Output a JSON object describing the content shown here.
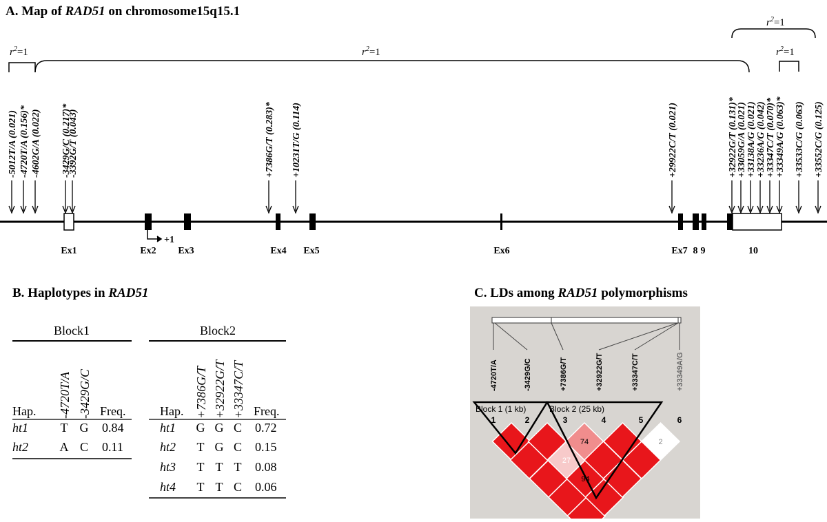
{
  "panel_a": {
    "title_prefix": "A. Map of ",
    "title_gene": "RAD51",
    "title_suffix": " on chromosome15q15.1",
    "snps": [
      {
        "label": "-5012T/A (0.021)",
        "star": false
      },
      {
        "label": "-4720T/A (0.156)",
        "star": true
      },
      {
        "label": "-4602G/A (0.022)",
        "star": false
      },
      {
        "label": "-3429G/C (0.217)",
        "star": true
      },
      {
        "label": "-3392G/T (0.043)",
        "star": false
      },
      {
        "label": "+7386G/T (0.283)",
        "star": true
      },
      {
        "label": "+10231T/G (0.114)",
        "star": false
      },
      {
        "label": "+29922C/T (0.021)",
        "star": false
      },
      {
        "label": "+32922G/T (0.131)",
        "star": true
      },
      {
        "label": "+33059G/A (0.021)",
        "star": false
      },
      {
        "label": "+33138A/G (0.021)",
        "star": false
      },
      {
        "label": "+33236A/G (0.042)",
        "star": false
      },
      {
        "label": "+33347C/T (0.070)",
        "star": true
      },
      {
        "label": "+33349A/G (0.063)",
        "star": true
      },
      {
        "label": "+33533C/G (0.063)",
        "star": false
      },
      {
        "label": "+33552C/G (0.125)",
        "star": false
      }
    ],
    "exons": [
      "Ex1",
      "Ex2",
      "Ex3",
      "Ex4",
      "Ex5",
      "Ex6",
      "Ex7",
      "8",
      "9",
      "10"
    ],
    "tss_label": "+1",
    "r2_label": "r",
    "r2_value": "=1",
    "r2_sup": "2"
  },
  "panel_b": {
    "title_prefix": "B. Haplotypes in ",
    "title_gene": "RAD51",
    "block1": {
      "name": "Block1",
      "col_hap": "Hap.",
      "snps": [
        "-4720T/A",
        "-3429G/C"
      ],
      "col_freq": "Freq.",
      "rows": [
        {
          "hap": "ht1",
          "alleles": [
            "T",
            "G"
          ],
          "freq": "0.84"
        },
        {
          "hap": "ht2",
          "alleles": [
            "A",
            "C"
          ],
          "freq": "0.11"
        }
      ]
    },
    "block2": {
      "name": "Block2",
      "col_hap": "Hap.",
      "snps": [
        "+7386G/T",
        "+32922G/T",
        "+33347C/T"
      ],
      "col_freq": "Freq.",
      "rows": [
        {
          "hap": "ht1",
          "alleles": [
            "G",
            "G",
            "C"
          ],
          "freq": "0.72"
        },
        {
          "hap": "ht2",
          "alleles": [
            "T",
            "G",
            "C"
          ],
          "freq": "0.15"
        },
        {
          "hap": "ht3",
          "alleles": [
            "T",
            "T",
            "T"
          ],
          "freq": "0.08"
        },
        {
          "hap": "ht4",
          "alleles": [
            "T",
            "T",
            "C"
          ],
          "freq": "0.06"
        }
      ]
    }
  },
  "panel_c": {
    "title_prefix": "C. LDs among ",
    "title_gene": "RAD51",
    "title_suffix": " polymorphisms",
    "markers": [
      "-4720T/A",
      "-3429G/C",
      "+7386G/T",
      "+32922G/T",
      "+33347C/T",
      "+33349A/G"
    ],
    "marker_numbers": [
      "1",
      "2",
      "3",
      "4",
      "5",
      "6"
    ],
    "block1_label": "Block 1 (1 kb)",
    "block2_label": "Block 2 (25 kb)",
    "ld_values": [
      "74",
      "27",
      "94",
      "2"
    ],
    "colors": {
      "strong": "#e8161b",
      "medium": "#f08d8d",
      "weak": "#f7caca",
      "none": "#ffffff",
      "background": "#d8d5d1"
    }
  }
}
